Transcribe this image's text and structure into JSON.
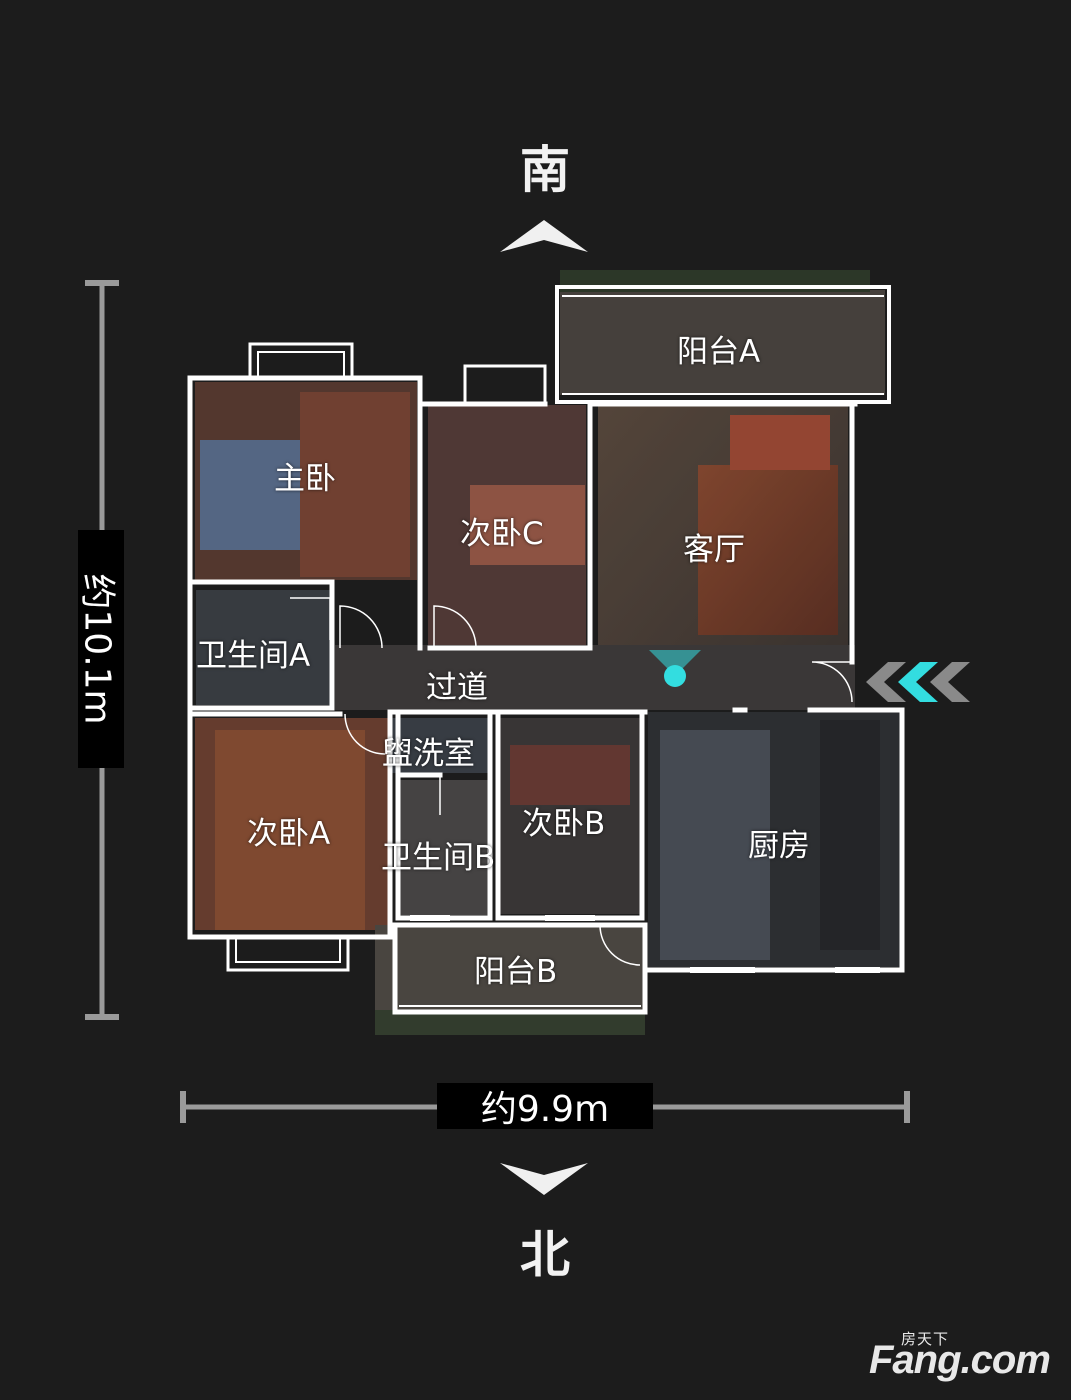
{
  "compass": {
    "south": "南",
    "north": "北"
  },
  "dimensions": {
    "height": "约10.1m",
    "width": "约9.9m"
  },
  "rooms": {
    "balcony_a": "阳台A",
    "master_bedroom": "主卧",
    "bedroom_c": "次卧C",
    "living_room": "客厅",
    "bathroom_a": "卫生间A",
    "hallway": "过道",
    "washroom": "盥洗室",
    "bedroom_a": "次卧A",
    "bathroom_b": "卫生间B",
    "bedroom_b": "次卧B",
    "kitchen": "厨房",
    "balcony_b": "阳台B"
  },
  "watermark": {
    "brand_cn": "房天下",
    "brand": "Fang.com"
  },
  "colors": {
    "background": "#1c1c1c",
    "wall": "#ffffff",
    "marker": "#33dde0",
    "entry_arrow": "#33dde0"
  },
  "icons": {
    "entrance": "entry-chevrons-icon",
    "position": "position-marker-icon"
  }
}
